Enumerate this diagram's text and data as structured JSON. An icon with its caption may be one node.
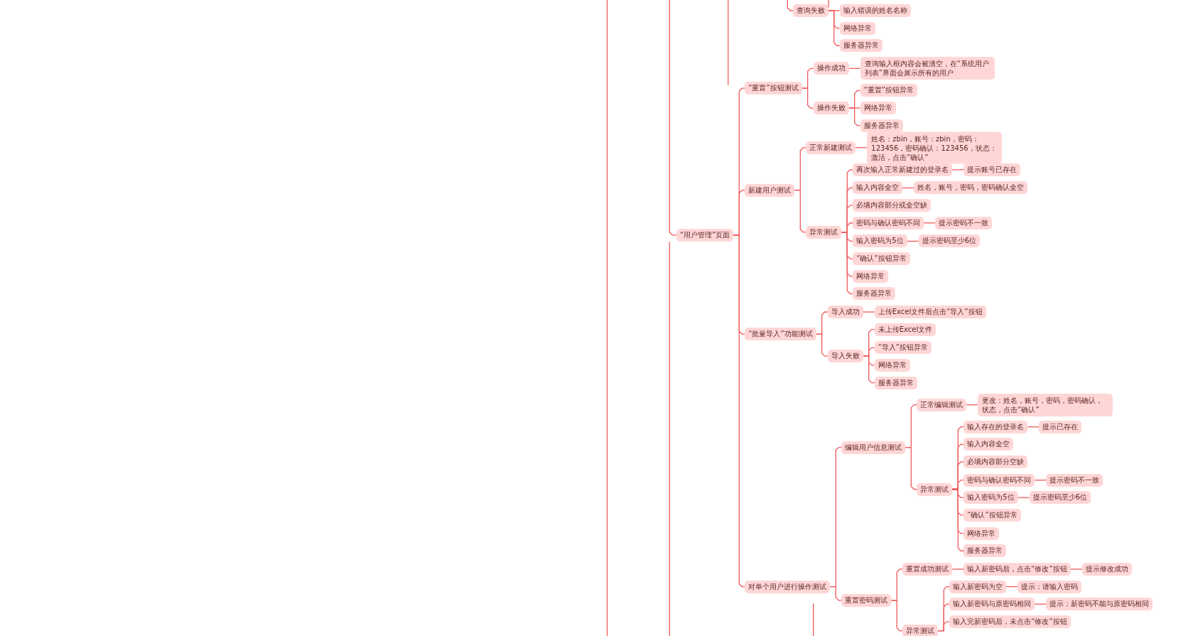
{
  "diagram": {
    "nodes": [
      {
        "text": [
          "查询失败"
        ]
      },
      {
        "text": [
          "输入错误的姓名名称"
        ]
      },
      {
        "text": [
          "网络异常"
        ]
      },
      {
        "text": [
          "服务器异常"
        ]
      },
      {
        "text": [
          "“用户管理”页面"
        ]
      },
      {
        "text": [
          "“重置”按钮测试"
        ]
      },
      {
        "text": [
          "操作成功"
        ]
      },
      {
        "text": [
          "查询输入框内容会被清空，在“系统用户列表”界面会展示所有的用户"
        ]
      },
      {
        "text": [
          "操作失败"
        ]
      },
      {
        "text": [
          "“重置”按钮异常"
        ]
      },
      {
        "text": [
          "网络异常"
        ]
      },
      {
        "text": [
          "服务器异常"
        ]
      },
      {
        "text": [
          "新建用户测试"
        ]
      },
      {
        "text": [
          "正常新建测试"
        ]
      },
      {
        "text": [
          "姓名：zbin，账号：zbin，密码：123456，密码确认：123456，状态：激活，点击“确认”"
        ]
      },
      {
        "text": [
          "异常测试"
        ]
      },
      {
        "text": [
          "再次输入正常新建过的登录名"
        ]
      },
      {
        "text": [
          "提示账号已存在"
        ]
      },
      {
        "text": [
          "输入内容全空"
        ]
      },
      {
        "text": [
          "姓名，账号，密码，密码确认全空"
        ]
      },
      {
        "text": [
          "必填内容部分或全空缺"
        ]
      },
      {
        "text": [
          "密码与确认密码不同"
        ]
      },
      {
        "text": [
          "提示密码不一致"
        ]
      },
      {
        "text": [
          "输入密码为5位"
        ]
      },
      {
        "text": [
          "提示密码至少6位"
        ]
      },
      {
        "text": [
          "“确认”按钮异常"
        ]
      },
      {
        "text": [
          "网络异常"
        ]
      },
      {
        "text": [
          "服务器异常"
        ]
      },
      {
        "text": [
          "“批量导入”功能测试"
        ]
      },
      {
        "text": [
          "导入成功"
        ]
      },
      {
        "text": [
          "上传Excel文件后点击“导入”按钮"
        ]
      },
      {
        "text": [
          "导入失败"
        ]
      },
      {
        "text": [
          "未上传Excel文件"
        ]
      },
      {
        "text": [
          "“导入”按钮异常"
        ]
      },
      {
        "text": [
          "网络异常"
        ]
      },
      {
        "text": [
          "服务器异常"
        ]
      },
      {
        "text": [
          "对单个用户进行操作测试"
        ]
      },
      {
        "text": [
          "编辑用户信息测试"
        ]
      },
      {
        "text": [
          "正常编辑测试"
        ]
      },
      {
        "text": [
          "更改：姓名，账号，密码，密码确认，状态，点击“确认”"
        ]
      },
      {
        "text": [
          "异常测试"
        ]
      },
      {
        "text": [
          "输入存在的登录名"
        ]
      },
      {
        "text": [
          "提示已存在"
        ]
      },
      {
        "text": [
          "输入内容全空"
        ]
      },
      {
        "text": [
          "必填内容部分空缺"
        ]
      },
      {
        "text": [
          "密码与确认密码不同"
        ]
      },
      {
        "text": [
          "提示密码不一致"
        ]
      },
      {
        "text": [
          "输入密码为5位"
        ]
      },
      {
        "text": [
          "提示密码至少6位"
        ]
      },
      {
        "text": [
          "“确认”按钮异常"
        ]
      },
      {
        "text": [
          "网络异常"
        ]
      },
      {
        "text": [
          "服务器异常"
        ]
      },
      {
        "text": [
          "重置密码测试"
        ]
      },
      {
        "text": [
          "重置成功测试"
        ]
      },
      {
        "text": [
          "输入新密码后，点击“修改”按钮"
        ]
      },
      {
        "text": [
          "提示修改成功"
        ]
      },
      {
        "text": [
          "异常测试"
        ]
      },
      {
        "text": [
          "输入新密码为空"
        ]
      },
      {
        "text": [
          "提示：请输入密码"
        ]
      },
      {
        "text": [
          "输入新密码与原密码相同"
        ]
      },
      {
        "text": [
          "提示：新密码不能与原密码相同"
        ]
      },
      {
        "text": [
          "输入完新密码后，未点击“修改”按钮"
        ]
      }
    ],
    "edges": [
      {
        "from": null,
        "to": 0,
        "arrow": "none"
      },
      {
        "from": 0,
        "to": 1,
        "arrow": "none"
      },
      {
        "from": 0,
        "to": 2,
        "arrow": "none"
      },
      {
        "from": 0,
        "to": 3,
        "arrow": "none"
      },
      {
        "from": null,
        "to": 4,
        "arrow": "none"
      },
      {
        "from": 4,
        "to": 5,
        "arrow": "none"
      },
      {
        "from": 5,
        "to": 6,
        "arrow": "none"
      },
      {
        "from": 6,
        "to": 7,
        "arrow": "none"
      },
      {
        "from": 5,
        "to": 8,
        "arrow": "none"
      },
      {
        "from": 8,
        "to": 9,
        "arrow": "none"
      },
      {
        "from": 8,
        "to": 10,
        "arrow": "none"
      },
      {
        "from": 8,
        "to": 11,
        "arrow": "none"
      },
      {
        "from": 4,
        "to": 12,
        "arrow": "none"
      },
      {
        "from": 12,
        "to": 13,
        "arrow": "none"
      },
      {
        "from": 13,
        "to": 14,
        "arrow": "none"
      },
      {
        "from": 12,
        "to": 15,
        "arrow": "none"
      },
      {
        "from": 15,
        "to": 16,
        "arrow": "none"
      },
      {
        "from": 16,
        "to": 17,
        "arrow": "none"
      },
      {
        "from": 15,
        "to": 18,
        "arrow": "none"
      },
      {
        "from": 18,
        "to": 19,
        "arrow": "none"
      },
      {
        "from": 15,
        "to": 20,
        "arrow": "none"
      },
      {
        "from": 15,
        "to": 21,
        "arrow": "none"
      },
      {
        "from": 21,
        "to": 22,
        "arrow": "none"
      },
      {
        "from": 15,
        "to": 23,
        "arrow": "none"
      },
      {
        "from": 23,
        "to": 24,
        "arrow": "none"
      },
      {
        "from": 15,
        "to": 25,
        "arrow": "none"
      },
      {
        "from": 15,
        "to": 26,
        "arrow": "none"
      },
      {
        "from": 15,
        "to": 27,
        "arrow": "none"
      },
      {
        "from": 4,
        "to": 28,
        "arrow": "none"
      },
      {
        "from": 28,
        "to": 29,
        "arrow": "none"
      },
      {
        "from": 29,
        "to": 30,
        "arrow": "none"
      },
      {
        "from": 28,
        "to": 31,
        "arrow": "none"
      },
      {
        "from": 31,
        "to": 32,
        "arrow": "none"
      },
      {
        "from": 31,
        "to": 33,
        "arrow": "none"
      },
      {
        "from": 31,
        "to": 34,
        "arrow": "none"
      },
      {
        "from": 31,
        "to": 35,
        "arrow": "none"
      },
      {
        "from": 4,
        "to": 36,
        "arrow": "none"
      },
      {
        "from": 36,
        "to": 37,
        "arrow": "none"
      },
      {
        "from": 37,
        "to": 38,
        "arrow": "none"
      },
      {
        "from": 38,
        "to": 39,
        "arrow": "none"
      },
      {
        "from": 37,
        "to": 40,
        "arrow": "none"
      },
      {
        "from": 40,
        "to": 41,
        "arrow": "none"
      },
      {
        "from": 41,
        "to": 42,
        "arrow": "none"
      },
      {
        "from": 40,
        "to": 43,
        "arrow": "none"
      },
      {
        "from": 40,
        "to": 44,
        "arrow": "none"
      },
      {
        "from": 40,
        "to": 45,
        "arrow": "none"
      },
      {
        "from": 45,
        "to": 46,
        "arrow": "none"
      },
      {
        "from": 40,
        "to": 47,
        "arrow": "none"
      },
      {
        "from": 47,
        "to": 48,
        "arrow": "none"
      },
      {
        "from": 40,
        "to": 49,
        "arrow": "none"
      },
      {
        "from": 40,
        "to": 50,
        "arrow": "none"
      },
      {
        "from": 40,
        "to": 51,
        "arrow": "none"
      },
      {
        "from": 36,
        "to": 52,
        "arrow": "none"
      },
      {
        "from": 52,
        "to": 53,
        "arrow": "none"
      },
      {
        "from": 53,
        "to": 54,
        "arrow": "none"
      },
      {
        "from": 54,
        "to": 55,
        "arrow": "none"
      },
      {
        "from": 52,
        "to": 56,
        "arrow": "none"
      },
      {
        "from": 56,
        "to": 57,
        "arrow": "none"
      },
      {
        "from": 57,
        "to": 58,
        "arrow": "none"
      },
      {
        "from": 56,
        "to": 59,
        "arrow": "none"
      },
      {
        "from": 59,
        "to": 60,
        "arrow": "none"
      },
      {
        "from": 56,
        "to": 61,
        "arrow": "none"
      }
    ]
  }
}
